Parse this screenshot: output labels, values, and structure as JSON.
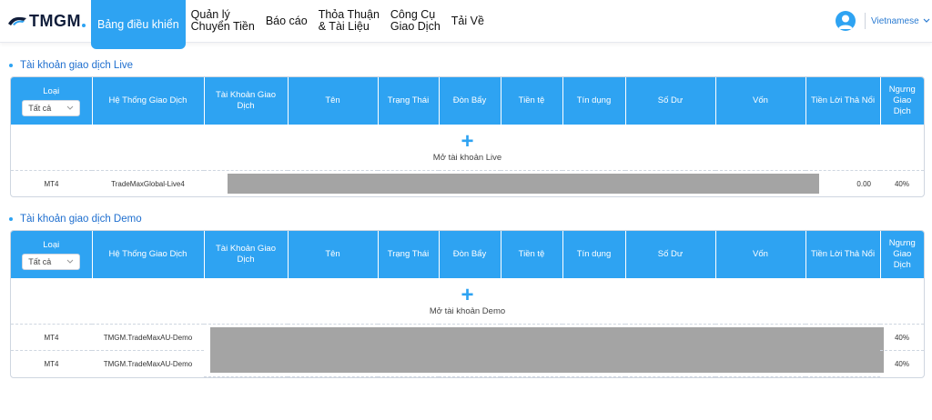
{
  "brand": {
    "logo_text": "TMGM",
    "accent": "#2ea3f2"
  },
  "nav": {
    "items": [
      {
        "label": "Bảng điều khiển",
        "active": true
      },
      {
        "line1": "Quản lý",
        "line2": "Chuyển Tiền"
      },
      {
        "label": "Báo cáo"
      },
      {
        "line1": "Thỏa Thuận",
        "line2": "& Tài Liệu"
      },
      {
        "line1": "Công Cụ",
        "line2": "Giao Dịch"
      },
      {
        "label": "Tải Về"
      }
    ]
  },
  "user": {
    "avatar_icon": "user-avatar-icon",
    "language": "Vietnamese"
  },
  "columns": {
    "type": "Loại",
    "platform": "Hệ Thống Giao Dịch",
    "account": "Tài Khoản Giao Dịch",
    "name": "Tên",
    "status": "Trạng Thái",
    "leverage": "Đòn Bẩy",
    "currency": "Tiền tệ",
    "credit": "Tín dụng",
    "balance": "Số Dư",
    "equity": "Vốn",
    "floating_pl": "Tiền Lời Thả Nổi",
    "stop_out": "Ngưng Giao Dịch"
  },
  "filter": {
    "value": "Tất cả"
  },
  "live": {
    "title": "Tài khoản giao dịch Live",
    "open_label": "Mở tài khoản Live",
    "rows": [
      {
        "type": "MT4",
        "platform": "TradeMaxGlobal-Live4",
        "floating_pl": "0.00",
        "stop_out": "40%"
      }
    ]
  },
  "demo": {
    "title": "Tài khoản giao dịch Demo",
    "open_label": "Mở tài khoản Demo",
    "rows": [
      {
        "type": "MT4",
        "platform": "TMGM.TradeMaxAU-Demo",
        "stop_out": "40%"
      },
      {
        "type": "MT4",
        "platform": "TMGM.TradeMaxAU-Demo",
        "stop_out": "40%"
      }
    ]
  }
}
